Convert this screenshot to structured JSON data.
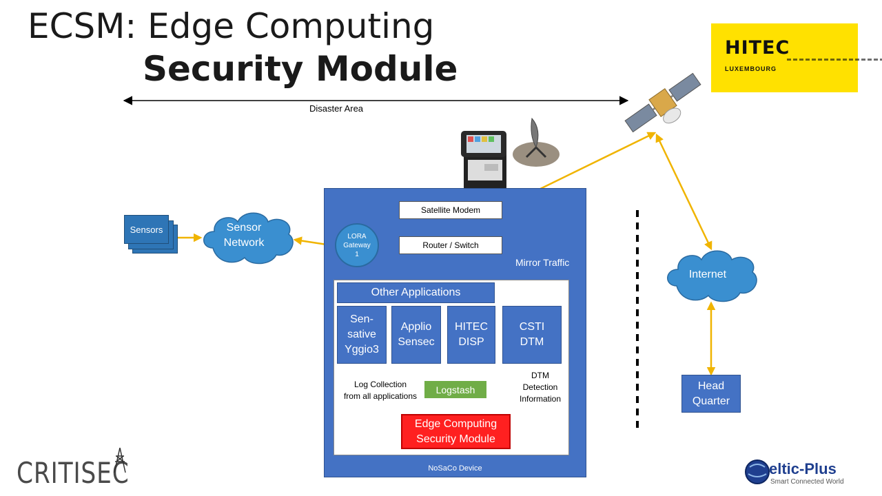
{
  "title": {
    "line1": "ECSM: Edge Computing",
    "line2": "Security Module"
  },
  "disaster_area": "Disaster Area",
  "hitec": {
    "name": "HITEC",
    "sub": "LUXEMBOURG"
  },
  "sensors": "Sensors",
  "sensor_network": {
    "line1": "Sensor",
    "line2": "Network"
  },
  "lora": {
    "line1": "LORA",
    "line2": "Gateway",
    "line3": "1"
  },
  "satellite_modem": "Satellite Modem",
  "router_switch": "Router / Switch",
  "mirror_traffic": "Mirror Traffic",
  "other_applications": "Other Applications",
  "apps": [
    {
      "line1": "Sen-",
      "line2": "sative",
      "line3": "Yggio3"
    },
    {
      "line1": "Applio",
      "line2": "Sensec",
      "line3": ""
    },
    {
      "line1": "HITEC",
      "line2": "DISP",
      "line3": ""
    },
    {
      "line1": "CSTI",
      "line2": "DTM",
      "line3": ""
    }
  ],
  "log_collection": {
    "line1": "Log Collection",
    "line2": "from all applications"
  },
  "logstash": "Logstash",
  "dtm_detection": {
    "line1": "DTM",
    "line2": "Detection",
    "line3": "Information"
  },
  "ecsm_box": {
    "line1": "Edge Computing",
    "line2": "Security Module"
  },
  "nosaco_device": "NoSaCo Device",
  "internet": "Internet",
  "head_quarter": {
    "line1": "Head",
    "line2": "Quarter"
  },
  "critisec": "CRITISEC",
  "celtic": {
    "name": "eltic-Plus",
    "tagline": "Smart Connected World"
  },
  "colors": {
    "blue": "#4472c4",
    "arrow": "#f0b400",
    "green": "#70ad47",
    "red": "#ff2020",
    "cloud": "#3a8fd0",
    "hitec_yellow": "#ffe100"
  }
}
